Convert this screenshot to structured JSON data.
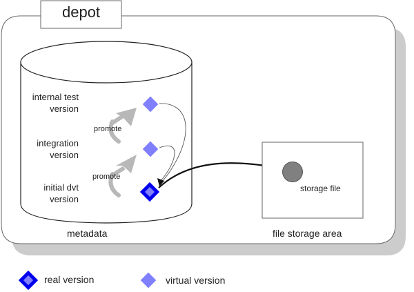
{
  "depot": {
    "title": "depot"
  },
  "metadata": {
    "label": "metadata",
    "versions": [
      {
        "label_line1": "internal test",
        "label_line2": "version",
        "kind": "virtual"
      },
      {
        "label_line1": "integration",
        "label_line2": "version",
        "kind": "virtual"
      },
      {
        "label_line1": "initial dvt",
        "label_line2": "version",
        "kind": "real"
      }
    ],
    "promote_labels": [
      "promote",
      "promote"
    ]
  },
  "file_storage": {
    "area_label": "file storage area",
    "file_label": "storage file"
  },
  "legend": {
    "real_label": "real version",
    "virtual_label": "virtual version"
  },
  "colors": {
    "real_version": "#0000ee",
    "virtual_version": "#8080ff",
    "promote_arrow": "#b8b8b8",
    "storage_file": "#808080",
    "shadow": "#cccccc"
  }
}
